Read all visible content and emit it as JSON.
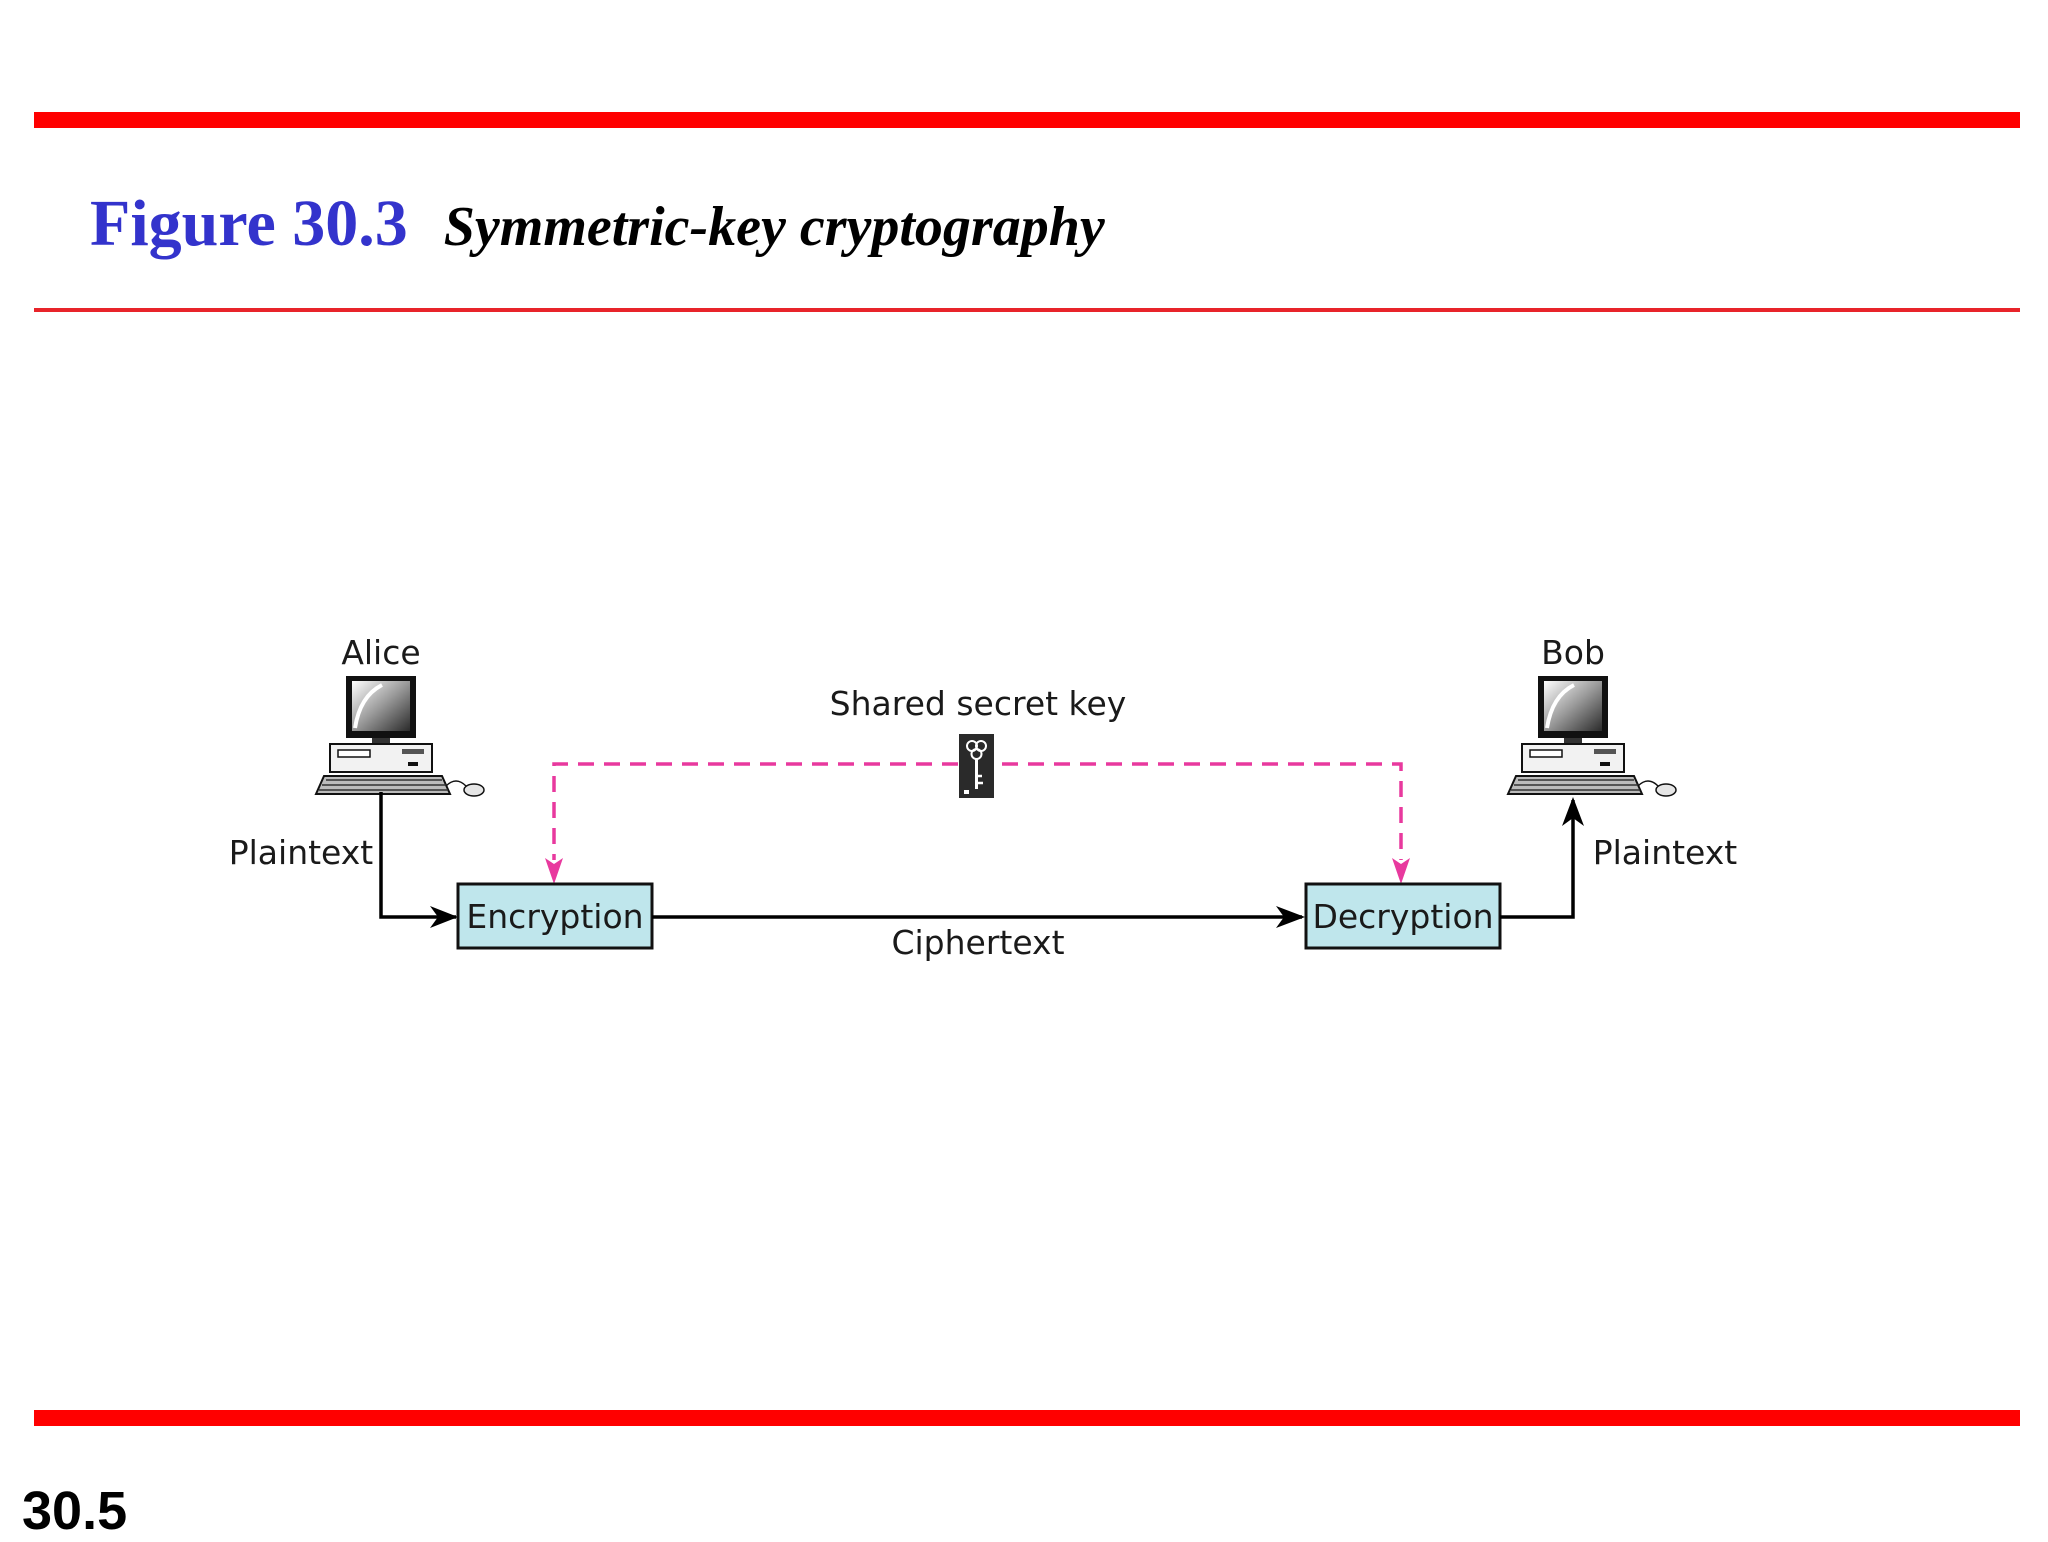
{
  "slide": {
    "figure_number": "Figure 30.3",
    "figure_caption": "Symmetric-key cryptography",
    "page_number": "30.5"
  },
  "diagram": {
    "alice_label": "Alice",
    "bob_label": "Bob",
    "shared_key_label": "Shared secret key",
    "plaintext_left_label": "Plaintext",
    "plaintext_right_label": "Plaintext",
    "encryption_label": "Encryption",
    "decryption_label": "Decryption",
    "ciphertext_label": "Ciphertext"
  },
  "colors": {
    "rule_red": "#ff0000",
    "title_blue": "#3333cc",
    "box_fill": "#bfe6ec",
    "key_path_magenta": "#e8399e"
  },
  "icons": {
    "alice_computer": "desktop-computer-icon",
    "bob_computer": "desktop-computer-icon",
    "shared_key": "key-icon"
  }
}
